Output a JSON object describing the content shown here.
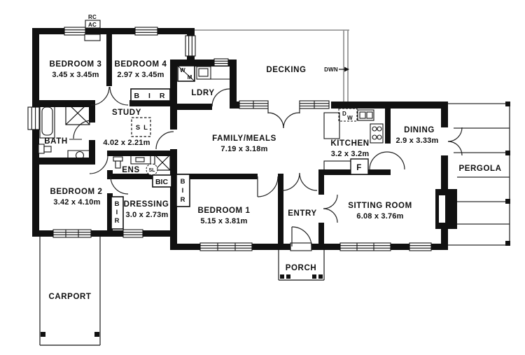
{
  "rooms": {
    "bedroom3": {
      "name": "BEDROOM 3",
      "dims": "3.45 x 3.45m"
    },
    "bedroom4": {
      "name": "BEDROOM 4",
      "dims": "2.97 x 3.45m"
    },
    "study": {
      "name": "STUDY",
      "dims": "4.02 x 2.21m"
    },
    "bath": {
      "name": "BATH"
    },
    "laundry": {
      "name": "LDRY"
    },
    "decking": {
      "name": "DECKING"
    },
    "family_meals": {
      "name": "FAMILY/MEALS",
      "dims": "7.19 x 3.18m"
    },
    "kitchen": {
      "name": "KITCHEN",
      "dims": "3.2 x 3.2m"
    },
    "dining": {
      "name": "DINING",
      "dims": "2.9 x 3.33m"
    },
    "pergola": {
      "name": "PERGOLA"
    },
    "ensuite": {
      "name": "ENS"
    },
    "bedroom2": {
      "name": "BEDROOM 2",
      "dims": "3.42 x 4.10m"
    },
    "dressing": {
      "name": "DRESSING",
      "dims": "3.0 x 2.73m"
    },
    "bedroom1": {
      "name": "BEDROOM 1",
      "dims": "5.15 x 3.81m"
    },
    "entry": {
      "name": "ENTRY"
    },
    "sitting_room": {
      "name": "SITTING ROOM",
      "dims": "6.08 x 3.76m"
    },
    "porch": {
      "name": "PORCH"
    },
    "carport": {
      "name": "CARPORT"
    }
  },
  "labels": {
    "rc": "RC",
    "ac": "AC",
    "dwn": "DWN",
    "wm_w": "W",
    "wm_m": "M",
    "dw_d": "D",
    "dw_w": "W",
    "fridge": "F",
    "bic": "BIC",
    "bir": "B I R",
    "bir_b": "B",
    "bir_i": "I",
    "bir_r": "R",
    "sl_s": "S",
    "sl_l": "L",
    "sl": "SL"
  },
  "colors": {
    "wall": "#111111",
    "line": "#2a2a2a",
    "deck_line": "#8a8a8a",
    "background": "#ffffff"
  }
}
